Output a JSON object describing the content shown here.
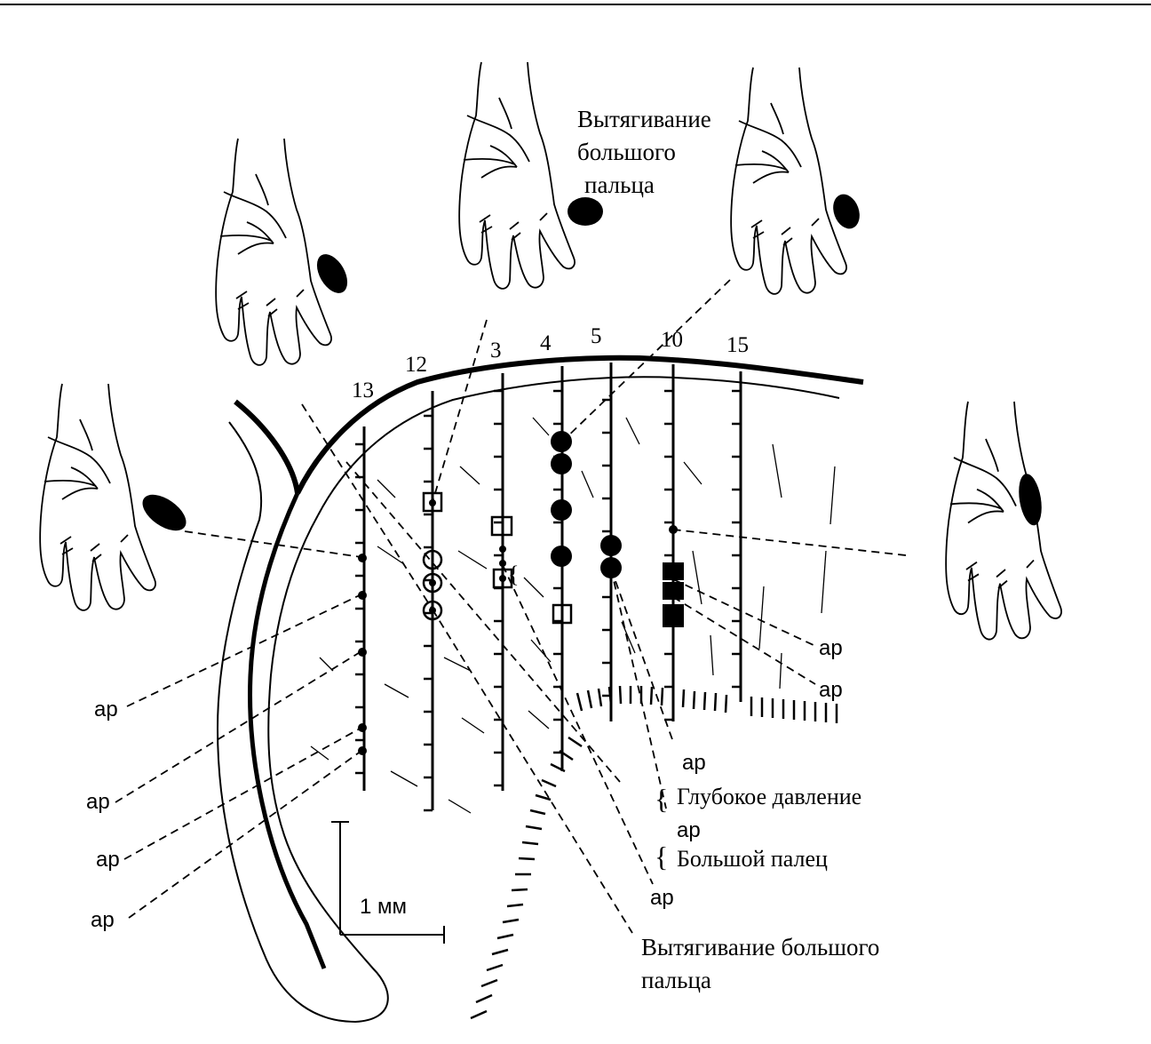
{
  "track_numbers": [
    "13",
    "12",
    "3",
    "4",
    "5",
    "10",
    "15"
  ],
  "labels": {
    "top_thumb_line1": "Вытягивание",
    "top_thumb_line2": "большого",
    "top_thumb_line3": "пальца",
    "ap": "ар",
    "deep_pressure": "Глубокое давление",
    "thumb": "Большой палец",
    "thumb_ext_line1": "Вытягивание большого",
    "thumb_ext_line2": "пальца",
    "scale": "1 мм",
    "brace": "{"
  }
}
